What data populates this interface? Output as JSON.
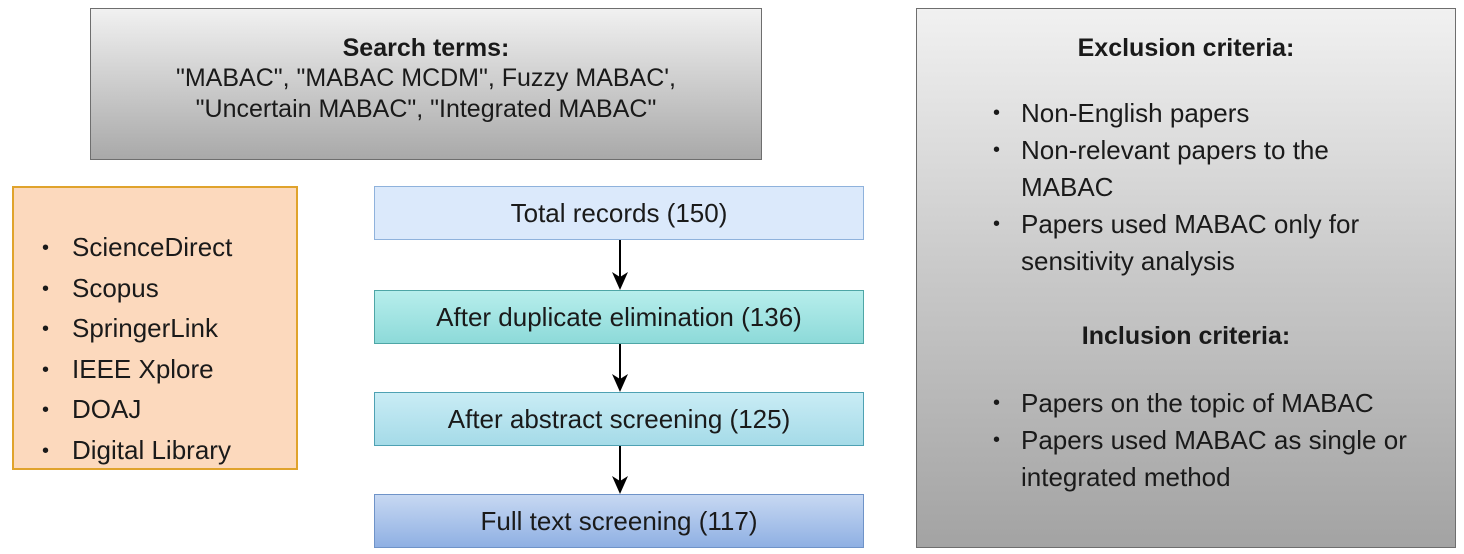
{
  "search": {
    "title": "Search terms:",
    "lines": [
      "\"MABAC\", \"MABAC MCDM\", Fuzzy MABAC',",
      "\"Uncertain MABAC\", \"Integrated MABAC\""
    ]
  },
  "databases": {
    "items": [
      "ScienceDirect",
      "Scopus",
      "SpringerLink",
      "IEEE Xplore",
      "DOAJ",
      "Digital Library"
    ]
  },
  "flow": {
    "steps": [
      "Total records (150)",
      "After duplicate elimination (136)",
      "After abstract screening (125)",
      "Full text screening (117)"
    ]
  },
  "exclusion": {
    "title": "Exclusion criteria:",
    "items": [
      "Non-English papers",
      "Non-relevant papers to the MABAC",
      "Papers used MABAC only for sensitivity analysis"
    ]
  },
  "inclusion": {
    "title": "Inclusion criteria:",
    "items": [
      "Papers on the topic of MABAC",
      "Papers used MABAC as single or integrated method"
    ]
  },
  "colors": {
    "database_fill": "#fcd9bd",
    "database_border": "#e0a32c",
    "step1_fill": "#dbe9fb",
    "step2_fill": "#8ddad9",
    "step3_fill": "#a5dbe8",
    "step4_fill": "#8fb0e3"
  }
}
